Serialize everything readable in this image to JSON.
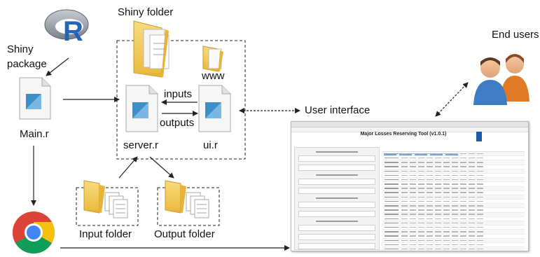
{
  "labels": {
    "shiny_folder": "Shiny folder",
    "shiny_package_line1": "Shiny",
    "shiny_package_line2": "package",
    "main_file": "Main.r",
    "www": "www",
    "inputs": "inputs",
    "outputs": "outputs",
    "server_file": "server.r",
    "ui_file": "ui.r",
    "user_interface": "User interface",
    "end_users": "End users",
    "input_folder": "Input folder",
    "output_folder": "Output folder"
  },
  "app_screenshot": {
    "title": "Major Losses Reserving Tool (v1.0.1)"
  },
  "icons": {
    "r_logo": "r-logo-icon",
    "script": "script-file-icon",
    "folder": "folder-icon",
    "browser": "chrome-browser-icon",
    "users": "users-icon"
  },
  "colors": {
    "folder_yellow": "#f3cf5c",
    "script_blue": "#3d8fc9",
    "chrome_red": "#db4437",
    "chrome_yellow": "#f4c20d",
    "chrome_green": "#0f9d58",
    "chrome_blue": "#4285f4"
  }
}
